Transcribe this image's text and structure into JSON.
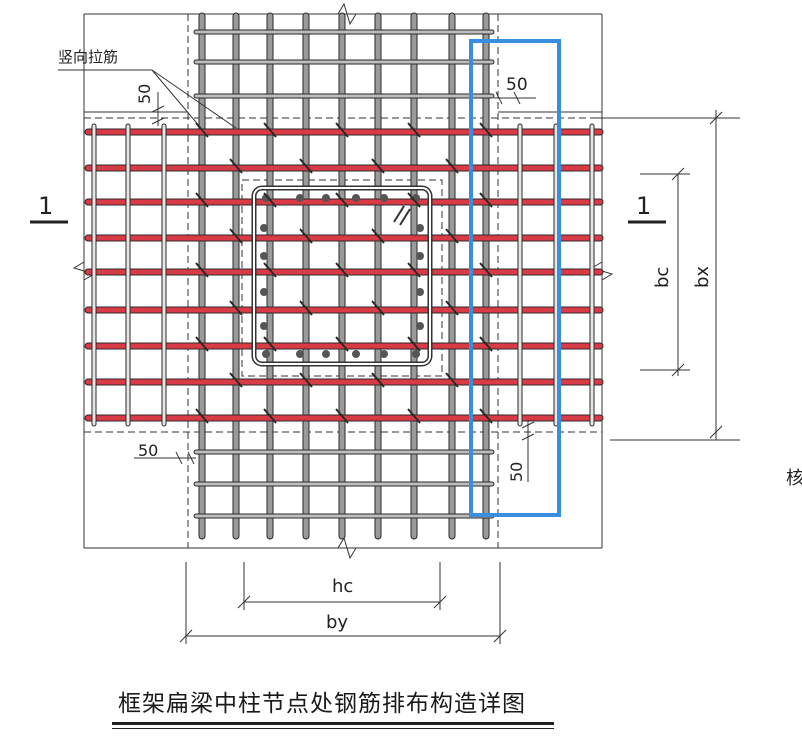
{
  "labels": {
    "vertical_tie": "竖向拉筋",
    "dim_50": "50",
    "section_mark": "1",
    "bc": "bc",
    "bx": "bx",
    "hc": "hc",
    "by": "by",
    "side_char": "核"
  },
  "caption": "框架扁梁中柱节点处钢筋排布构造详图",
  "colors": {
    "red_bar": "#d93a45",
    "highlight": "#3a8ee0",
    "ink": "#2a2a2a"
  }
}
